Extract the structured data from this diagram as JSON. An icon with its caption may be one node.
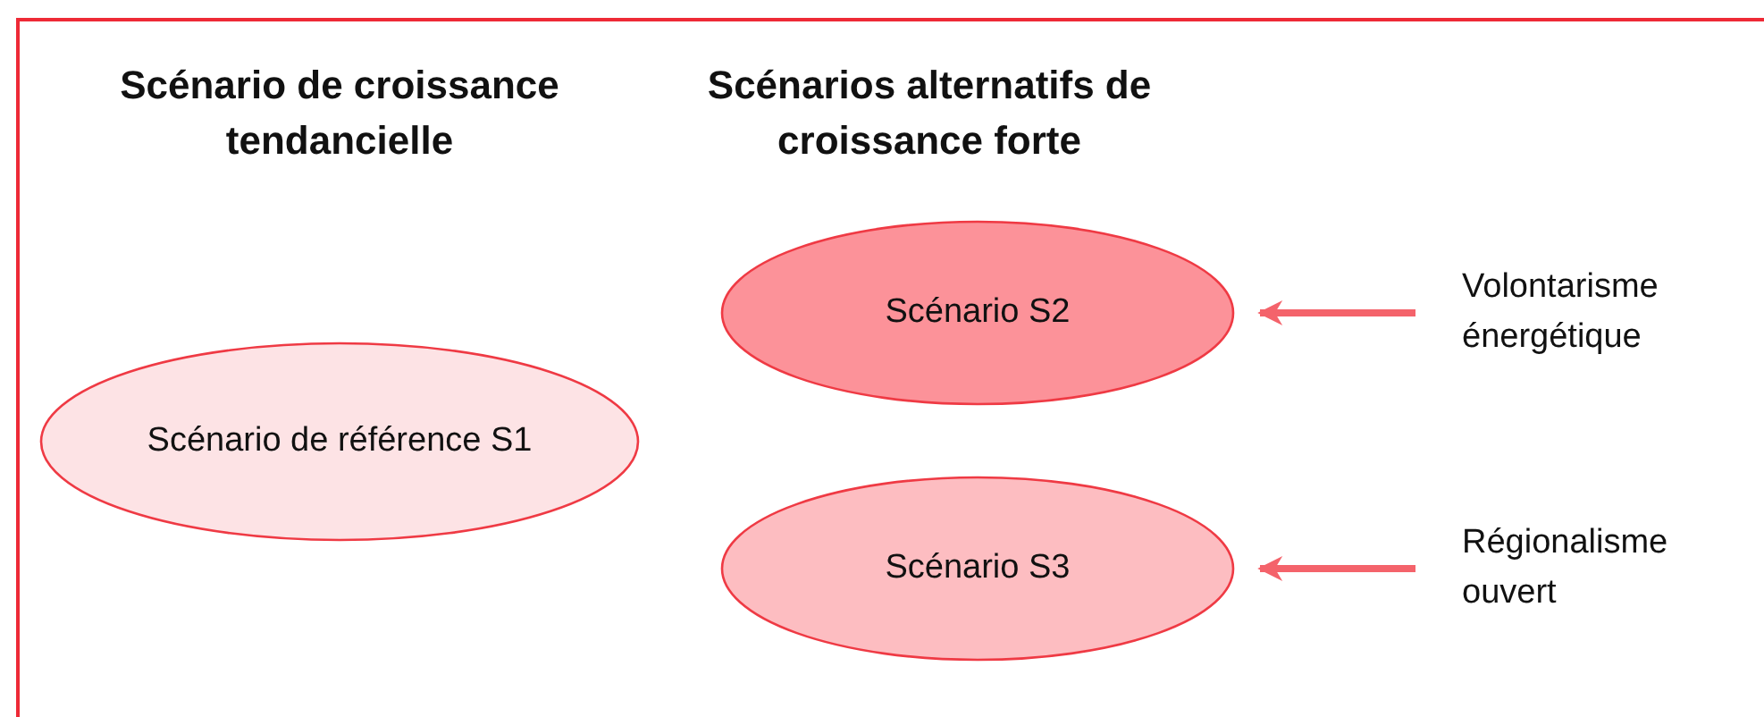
{
  "diagram": {
    "nodes": [
      {
        "text": [
          "Scénario de référence S1"
        ]
      },
      {
        "text": [
          "Scénario S2"
        ]
      },
      {
        "text": [
          "Scénario S3"
        ]
      },
      {
        "text": [
          "Volontarisme énergétique"
        ]
      },
      {
        "text": [
          "Régionalisme ouvert"
        ]
      }
    ],
    "edges": [
      {
        "from": 3,
        "to": 1,
        "arrow": "to"
      },
      {
        "from": 4,
        "to": 2,
        "arrow": "to"
      }
    ],
    "labels": [
      "Scénario de croissance tendancielle",
      "Scénarios alternatifs de croissance forte"
    ]
  }
}
